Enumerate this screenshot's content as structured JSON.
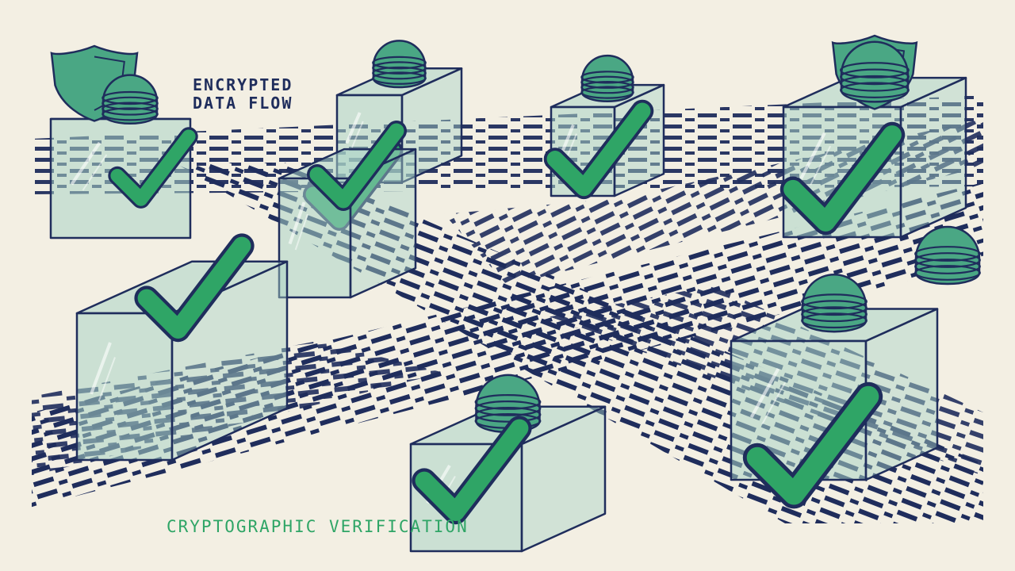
{
  "labels": {
    "encrypted_data_flow": "ENCRYPTED\nDATA FLOW",
    "cryptographic_verification": "CRYPTOGRAPHIC VERIFICATION"
  },
  "colors": {
    "background": "#f3efe3",
    "data_stream": "#1f2d5c",
    "glass_cube": "#a9d3c6",
    "accent_green": "#2fa566",
    "token_green": "#4aa784",
    "label_text": "#1f2d5c"
  },
  "icons": {
    "cube": "glass-cube-icon",
    "check": "checkmark-icon",
    "token": "coin-stack-icon",
    "shield": "shield-icon"
  },
  "nodes": [
    {
      "name": "node-top-left",
      "topper": "shield-and-coins"
    },
    {
      "name": "node-top-center",
      "topper": "coin-stack"
    },
    {
      "name": "node-top-mid-right",
      "topper": "coin-stack"
    },
    {
      "name": "node-top-right",
      "topper": "shield-stack"
    },
    {
      "name": "node-mid-center",
      "topper": "none"
    },
    {
      "name": "node-left-large",
      "topper": "none"
    },
    {
      "name": "node-bottom-center",
      "topper": "coin-stack"
    },
    {
      "name": "node-bottom-right",
      "topper": "coin-stack"
    }
  ]
}
